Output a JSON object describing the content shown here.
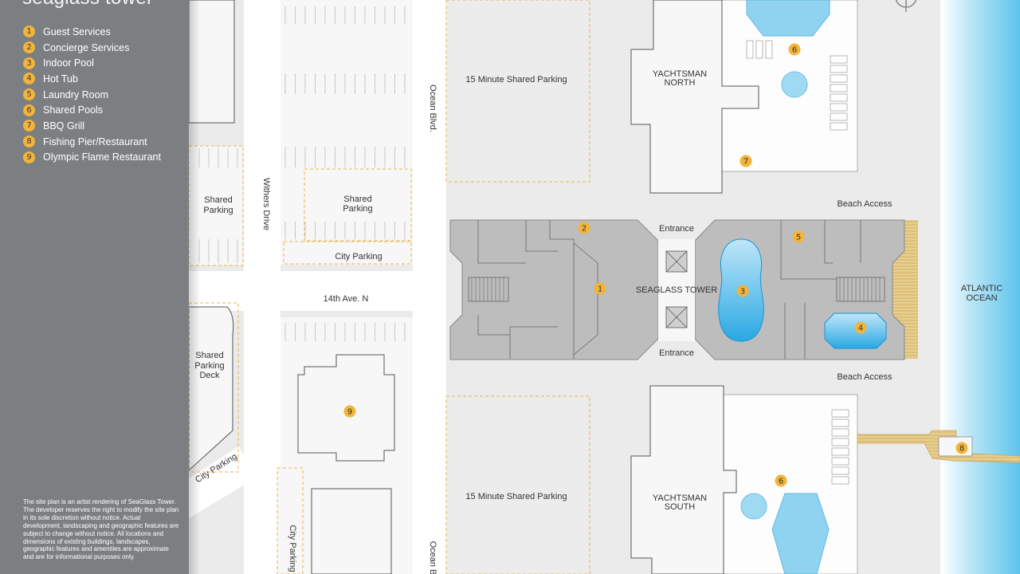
{
  "sidebar": {
    "title": "seaglass tower",
    "legend": [
      {
        "num": "1",
        "label": "Guest Services"
      },
      {
        "num": "2",
        "label": "Concierge Services"
      },
      {
        "num": "3",
        "label": "Indoor Pool"
      },
      {
        "num": "4",
        "label": "Hot Tub"
      },
      {
        "num": "5",
        "label": "Laundry Room"
      },
      {
        "num": "6",
        "label": "Shared Pools"
      },
      {
        "num": "7",
        "label": "BBQ Grill"
      },
      {
        "num": "8",
        "label": "Fishing Pier/Restaurant"
      },
      {
        "num": "9",
        "label": "Olympic Flame Restaurant"
      }
    ],
    "disclaimer": "The site plan is an artist rendering of SeaGlass Tower. The developer reserves the right to modify the site plan in its sole discretion without notice. Actual development, landscaping and geographic features are subject to change without notice. All locations and dimensions of existing buildings, landscapes, geographic features and amenities are approximate and are for informational purposes only."
  },
  "map": {
    "streets": {
      "ocean_blvd": "Ocean Blvd.",
      "ocean_blvd_partial": "Ocean B",
      "withers_drive": "Withers Drive",
      "ave_14th": "14th Ave. N"
    },
    "areas": {
      "parking_top": "15 Minute Shared Parking",
      "parking_bottom": "15 Minute Shared Parking",
      "shared_parking_left_1": "Shared",
      "shared_parking_left_2": "Parking",
      "shared_parking_mid_1": "Shared",
      "shared_parking_mid_2": "Parking",
      "city_parking_top": "City Parking",
      "deck_1": "Shared",
      "deck_2": "Parking",
      "deck_3": "Deck",
      "city_parking_diag": "City Parking",
      "city_parking_vert": "City Parking"
    },
    "buildings": {
      "north_1": "YACHTSMAN",
      "north_2": "NORTH",
      "south_1": "YACHTSMAN",
      "south_2": "SOUTH",
      "tower": "SEAGLASS TOWER",
      "entrance_top": "Entrance",
      "entrance_bottom": "Entrance"
    },
    "beach_access_top": "Beach Access",
    "beach_access_bottom": "Beach Access",
    "ocean_1": "ATLANTIC",
    "ocean_2": "OCEAN",
    "markers": [
      {
        "num": "1"
      },
      {
        "num": "2"
      },
      {
        "num": "3"
      },
      {
        "num": "4"
      },
      {
        "num": "5"
      },
      {
        "num": "6"
      },
      {
        "num": "6"
      },
      {
        "num": "7"
      },
      {
        "num": "8"
      },
      {
        "num": "9"
      }
    ],
    "colors": {
      "marker": "#f2b43a",
      "building": "#f7f7f7",
      "tower": "#bdbdbd",
      "pool": "#3db3e8",
      "ocean": "#8fd5f0",
      "deck": "#e8cf8e",
      "street": "#ffffff",
      "ground": "#ebebeb",
      "sidebar": "#7c7f82"
    }
  }
}
